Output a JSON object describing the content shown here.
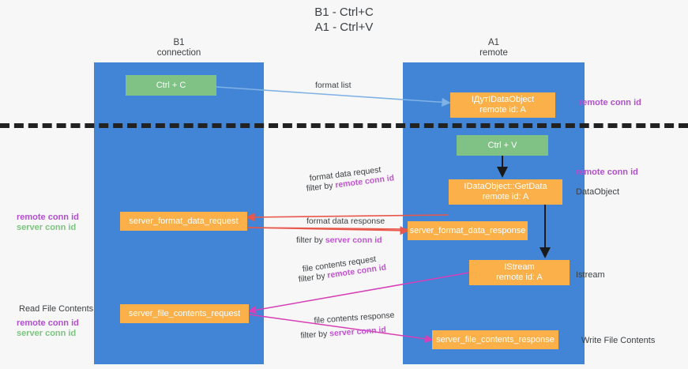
{
  "title": "B1 - Ctrl+C\nA1 - Ctrl+V",
  "columns": {
    "left": {
      "label": "B1\nconnection"
    },
    "right": {
      "label": "A1\nremote"
    }
  },
  "nodes": {
    "ctrl_c": "Ctrl + C",
    "idataobject": "IДутIDataObject\nremote id: A",
    "ctrl_v": "Ctrl + V",
    "getdata": "IDataObject::GetData\nremote id: A",
    "server_format_data_request": "server_format_data_request",
    "server_format_data_response": "server_format_data_response",
    "istream": "IStream\nremote id: A",
    "server_file_contents_request": "server_file_contents_request",
    "server_file_contents_response": "server_file_contents_response"
  },
  "edges": {
    "format_list": "format list",
    "format_data_request": "format data request",
    "format_data_request_filter_prefix": "filter by ",
    "format_data_request_filter_key": "remote conn id",
    "format_data_response": "format data response",
    "format_data_response_filter_prefix": "filter by ",
    "format_data_response_filter_key": "server conn id",
    "file_contents_request": "file contents request",
    "file_contents_request_filter_prefix": "filter by ",
    "file_contents_request_filter_key": "remote conn id",
    "file_contents_response": "file contents response",
    "file_contents_response_filter_prefix": "filter by ",
    "file_contents_response_filter_key": "server conn id"
  },
  "annotations": {
    "right_remote_conn_id_top": "remote conn id",
    "right_remote_conn_id_mid": "remote conn id",
    "right_dataobject": "DataObject",
    "right_istream": "Istream",
    "right_write_file_contents": "Write File Contents",
    "left_remote_conn_id_mid": "remote conn id",
    "left_server_conn_id_mid": "server conn id",
    "left_read_file_contents": "Read File Contents",
    "left_remote_conn_id_bottom": "remote conn id",
    "left_server_conn_id_bottom": "server conn id"
  },
  "colors": {
    "lane": "#4285d6",
    "node_green": "#80c286",
    "node_orange": "#fbb049",
    "accent_remote": "#b24fd0",
    "accent_server": "#7cc47f",
    "arrow_blue": "#7fb2e5",
    "arrow_red": "#e8574a",
    "arrow_magenta": "#d63fb5",
    "arrow_black": "#1a1a1a",
    "background": "#f7f7f7"
  }
}
